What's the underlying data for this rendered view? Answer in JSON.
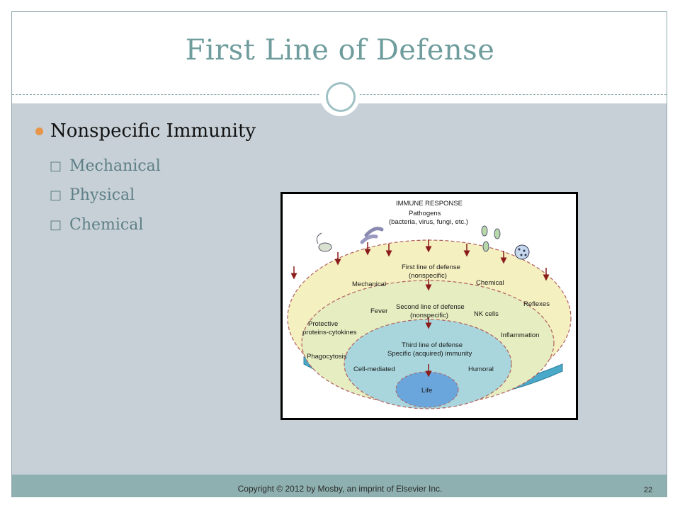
{
  "slide": {
    "title": "First Line of Defense",
    "bullets": {
      "main": "Nonspecific Immunity",
      "subs": [
        "Mechanical",
        "Physical",
        "Chemical"
      ]
    },
    "footer": {
      "copyright": "Copyright © 2012 by Mosby, an imprint of Elsevier Inc.",
      "page_number": "22"
    }
  },
  "figure": {
    "heading": "IMMUNE RESPONSE",
    "pathogens_line1": "Pathogens",
    "pathogens_line2": "(bacteria, virus, fungi, etc.)",
    "first_line_1": "First line of defense",
    "first_line_2": "(nonspecific)",
    "mechanical": "Mechanical",
    "chemical": "Chemical",
    "reflexes": "Reflexes",
    "fever": "Fever",
    "second_line_1": "Second line of defense",
    "second_line_2": "(nonspecific)",
    "nk_cells": "NK cells",
    "protective_1": "Protective",
    "protective_2": "proteins-cytokines",
    "inflammation": "Inflammation",
    "phagocytosis": "Phagocytosis",
    "third_line_1": "Third line of defense",
    "third_line_2": "Specific (acquired) immunity",
    "cell_mediated": "Cell-mediated",
    "humoral": "Humoral",
    "life": "Life"
  },
  "colors": {
    "title": "#6f9c9c",
    "body_bg": "#c6d0d6",
    "footer_bg": "#8fb0b0",
    "bullet_dot": "#e8954a",
    "sub_text": "#5e7f86"
  }
}
